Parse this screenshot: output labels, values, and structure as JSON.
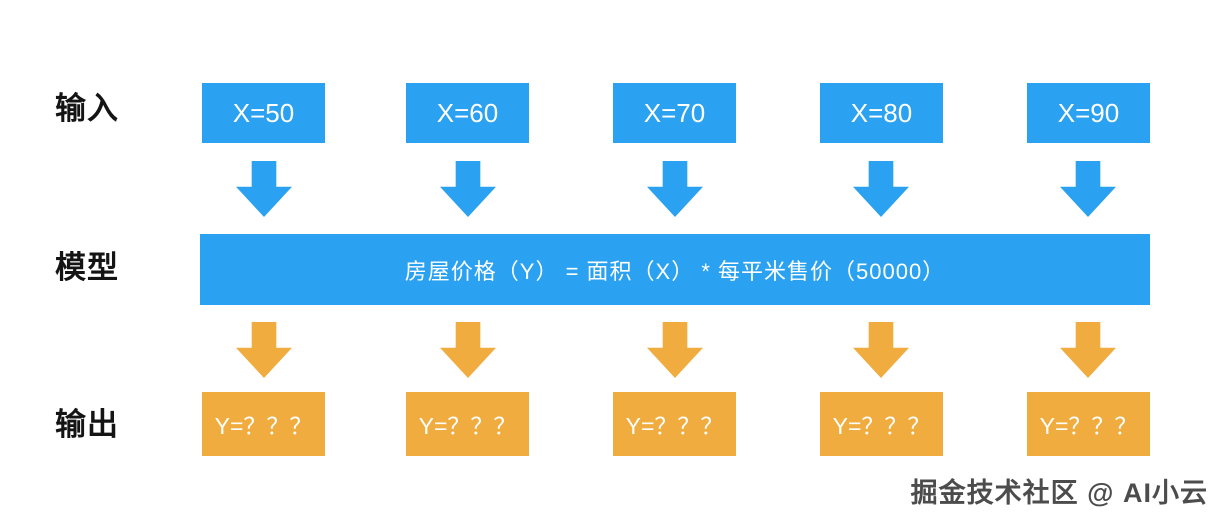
{
  "diagram": {
    "row_labels": {
      "input": "输入",
      "model": "模型",
      "output": "输出"
    },
    "input_boxes": [
      "X=50",
      "X=60",
      "X=70",
      "X=80",
      "X=90"
    ],
    "model_formula": "房屋价格（Y） = 面积（X） * 每平米售价（50000）",
    "output_boxes": [
      "Y=？？？",
      "Y=？？？",
      "Y=？？？",
      "Y=？？？",
      "Y=？？？"
    ],
    "watermark": "掘金技术社区 @ AI小云",
    "colors": {
      "blue": "#2BA1F1",
      "orange": "#F0AC3E",
      "box_text": "#FFFFFF",
      "label_text": "#141414",
      "watermark_text": "#4C4C4C",
      "background": "#FFFFFF"
    }
  }
}
